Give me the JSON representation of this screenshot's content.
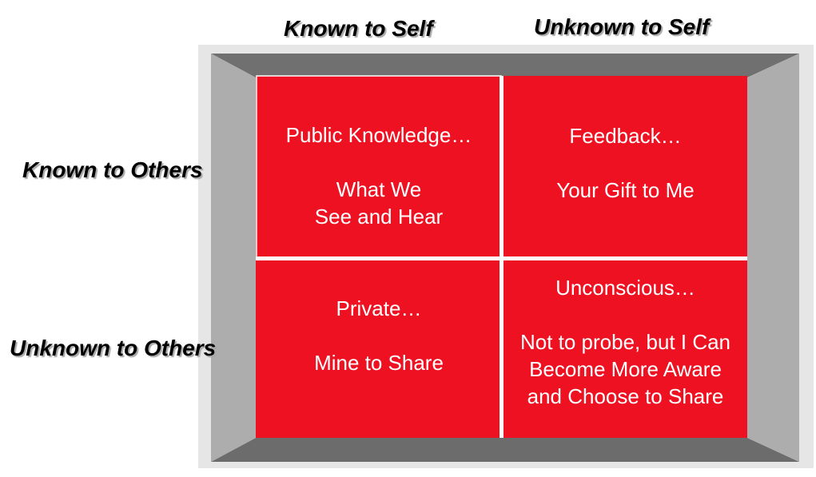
{
  "columns": {
    "known_to_self": "Known to Self",
    "unknown_to_self": "Unknown to Self"
  },
  "rows": {
    "known_to_others": "Known to Others",
    "unknown_to_others": "Unknown to Others"
  },
  "quadrants": {
    "public": {
      "title": "Public Knowledge…",
      "line1": "What We",
      "line2": "See and Hear"
    },
    "feedback": {
      "title": "Feedback…",
      "line1": "Your Gift to Me"
    },
    "private": {
      "title": "Private…",
      "line1": "Mine to Share"
    },
    "unconscious": {
      "title": "Unconscious…",
      "line1": "Not to probe, but I Can",
      "line2": "Become More Aware",
      "line3": "and Choose to Share"
    }
  },
  "colors": {
    "quadrant_fill": "#ee1122",
    "frame_outer": "#e6e6e6",
    "bevel_top": "#6f6f6f",
    "bevel_side": "#adadad",
    "divider": "#ffffff"
  }
}
